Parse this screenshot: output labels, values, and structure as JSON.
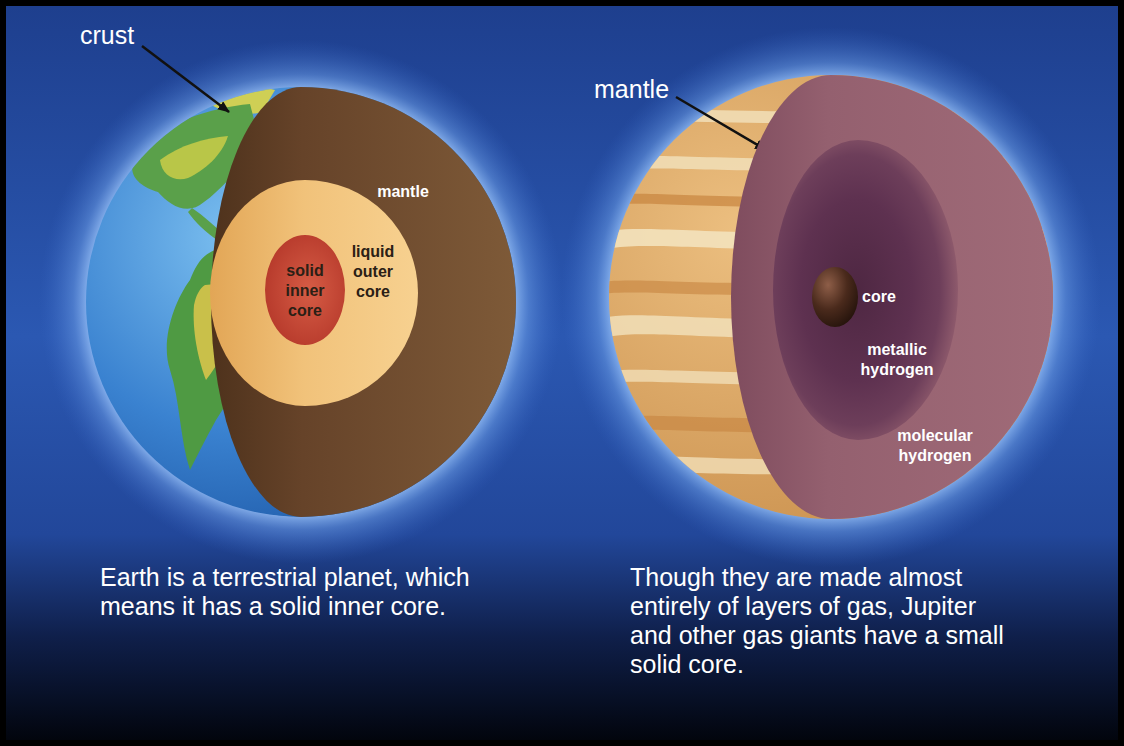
{
  "diagram": {
    "nodes": [
      {
        "text": [
          "mantle"
        ]
      },
      {
        "text": [
          "liquid outer core"
        ],
        "in": 0
      },
      {
        "text": [
          "solid inner core"
        ],
        "in": 1
      },
      {
        "text": [
          "molecular hydrogen"
        ]
      },
      {
        "text": [
          "metallic hydrogen"
        ],
        "in": 3
      },
      {
        "text": [
          "core"
        ],
        "in": 4
      }
    ],
    "labels": [
      "crust",
      "mantle",
      "Earth is a terrestrial planet, which means it has a solid inner core.",
      "Though they are made almost entirely of layers of gas, Jupiter and other gas giants have a small solid core."
    ]
  }
}
